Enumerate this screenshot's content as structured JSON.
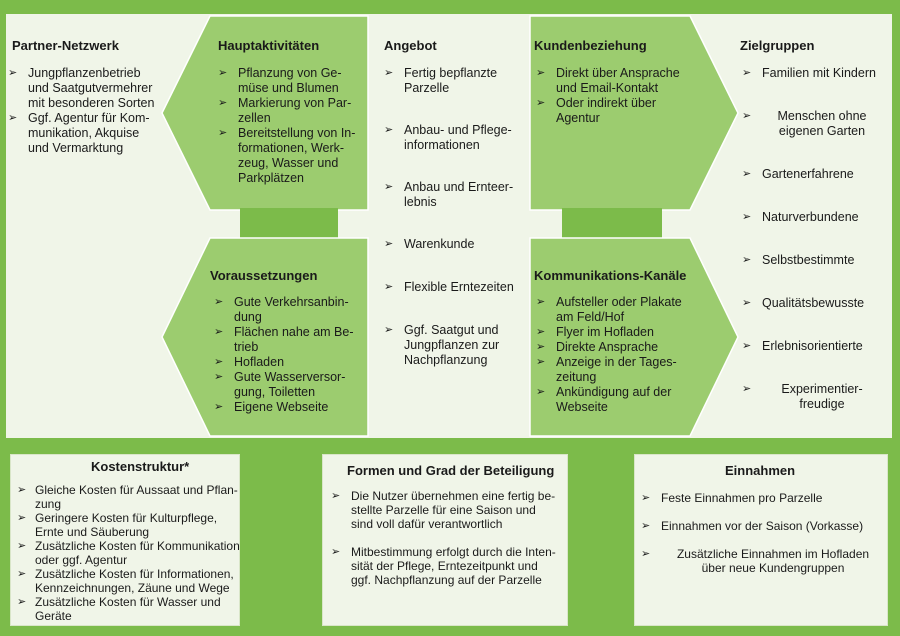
{
  "colors": {
    "background": "#7cbb4a",
    "panel": "#f0f5e8",
    "shape": "#9ccc6f",
    "shape_border": "#7cbb4a"
  },
  "partner": {
    "title": "Partner-Netzwerk",
    "items": [
      "Jungpflanzenbetrieb\nund Saatgutvermehrer\nmit besonderen Sorten",
      "Ggf. Agentur für Kom-\nmunikation, Akquise\nund Vermarktung"
    ]
  },
  "haupt": {
    "title": "Hauptaktivitäten",
    "items": [
      "Pflanzung von Ge-\nmüse und Blumen",
      "Markierung von Par-\nzellen",
      "Bereitstellung von In-\nformationen, Werk-\nzeug, Wasser und\nParkplätzen"
    ]
  },
  "voraus": {
    "title": "Voraussetzungen",
    "items": [
      "Gute Verkehrsanbin-\ndung",
      "Flächen nahe am Be-\ntrieb",
      "Hofladen",
      "Gute Wasserversor-\ngung, Toiletten",
      "Eigene Webseite"
    ]
  },
  "angebot": {
    "title": "Angebot",
    "items": [
      "Fertig bepflanzte\nParzelle",
      "Anbau- und Pflege-\ninformationen",
      "Anbau und Ernteer-\nlebnis",
      "Warenkunde",
      "Flexible Erntezeiten",
      "Ggf. Saatgut und\nJungpflanzen zur\nNachpflanzung"
    ]
  },
  "kunden": {
    "title": "Kundenbeziehung",
    "items": [
      "Direkt über Ansprache\nund Email-Kontakt",
      "Oder indirekt über\nAgentur"
    ]
  },
  "komm": {
    "title": "Kommunikations-Kanäle",
    "items": [
      "Aufsteller oder Plakate\nam Feld/Hof",
      "Flyer im Hofladen",
      "Direkte Ansprache",
      "Anzeige in der Tages-\nzeitung",
      "Ankündigung auf der\nWebseite"
    ]
  },
  "ziel": {
    "title": "Zielgruppen",
    "items": [
      "Familien mit Kindern",
      "Menschen ohne\neigenen Garten",
      "Gartenerfahrene",
      "Naturverbundene",
      "Selbstbestimmte",
      "Qualitätsbewusste",
      "Erlebnisorientierte",
      "Experimentier-\nfreudige"
    ]
  },
  "kosten": {
    "title": "Kostenstruktur*",
    "items": [
      "Gleiche Kosten für Aussaat und Pflan-\nzung",
      "Geringere Kosten für Kulturpflege,\nErnte und Säuberung",
      "Zusätzliche Kosten für Kommunikation\noder ggf. Agentur",
      "Zusätzliche Kosten für Informationen,\nKennzeichnungen, Zäune und Wege",
      "Zusätzliche Kosten für Wasser und\nGeräte"
    ]
  },
  "formen": {
    "title": "Formen und Grad der Beteiligung",
    "items": [
      "Die Nutzer übernehmen eine fertig be-\nstellte Parzelle für eine Saison und\nsind voll dafür verantwortlich",
      "Mitbestimmung erfolgt durch die Inten-\nsität der Pflege, Erntezeitpunkt und\nggf. Nachpflanzung auf der Parzelle"
    ]
  },
  "einnahmen": {
    "title": "Einnahmen",
    "items": [
      "Feste Einnahmen pro Parzelle",
      "Einnahmen vor der Saison (Vorkasse)",
      "Zusätzliche Einnahmen im Hofladen\nüber neue Kundengruppen"
    ]
  },
  "check_glyph": "➢"
}
